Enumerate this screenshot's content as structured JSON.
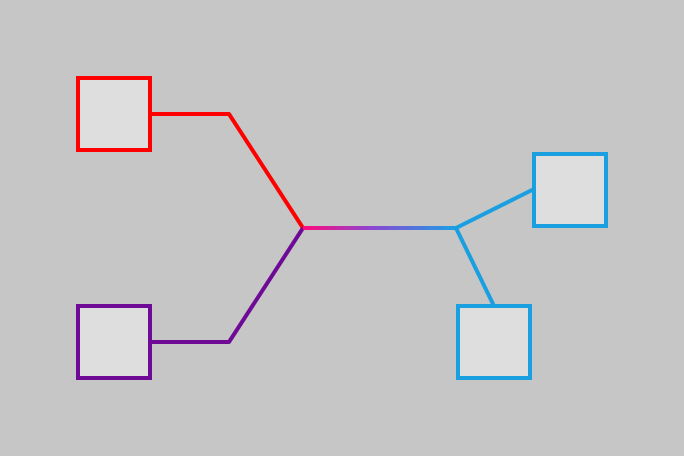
{
  "colors": {
    "background": "#c6c6c6",
    "box_fill": "#dedede",
    "red": "#ff0000",
    "purple": "#6e0a96",
    "blue": "#1a9fe0",
    "junction_gradient": [
      "#ff0a7a",
      "#8c46d2",
      "#1aa0e6"
    ]
  },
  "nodes": [
    {
      "id": "box-red",
      "color": "red"
    },
    {
      "id": "box-purple",
      "color": "purple"
    },
    {
      "id": "box-blue-right",
      "color": "blue"
    },
    {
      "id": "box-blue-bottom",
      "color": "blue"
    }
  ],
  "edges": [
    {
      "from": "box-red",
      "to": "junction-left",
      "color": "red"
    },
    {
      "from": "box-purple",
      "to": "junction-left",
      "color": "purple"
    },
    {
      "from": "junction-left",
      "to": "junction-right",
      "color": "gradient"
    },
    {
      "from": "junction-right",
      "to": "box-blue-right",
      "color": "blue"
    },
    {
      "from": "junction-right",
      "to": "box-blue-bottom",
      "color": "blue"
    }
  ]
}
